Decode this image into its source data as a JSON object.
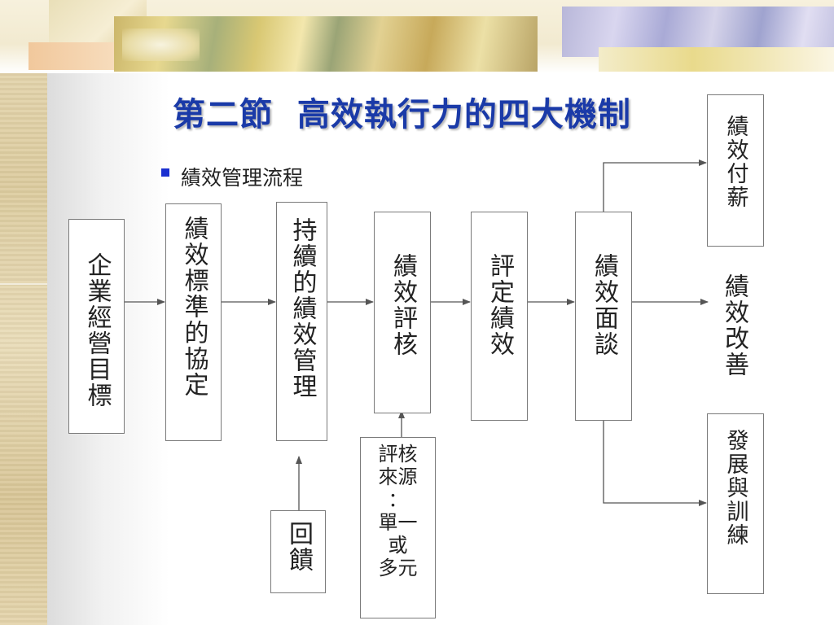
{
  "slide": {
    "title": "第二節  高效執行力的四大機制",
    "bullet": "績效管理流程"
  },
  "flow": {
    "nodes": {
      "goal": "企業經營目標",
      "standard": "績效標準的協定",
      "continuous": "持續的績效管理",
      "appraisal": "績效評核",
      "rating": "評定績效",
      "interview": "績效面談",
      "pay": "績效付薪",
      "improve": "績效改善",
      "develop": "發展與訓練",
      "feedback": "回饋",
      "source": [
        "評核",
        "來源",
        "：",
        "單一",
        "或",
        "多元"
      ]
    }
  },
  "colors": {
    "title": "#1a3aa8",
    "bullet": "#1a2fd0",
    "box_border": "#7a7a7a",
    "arrow": "#555555"
  }
}
